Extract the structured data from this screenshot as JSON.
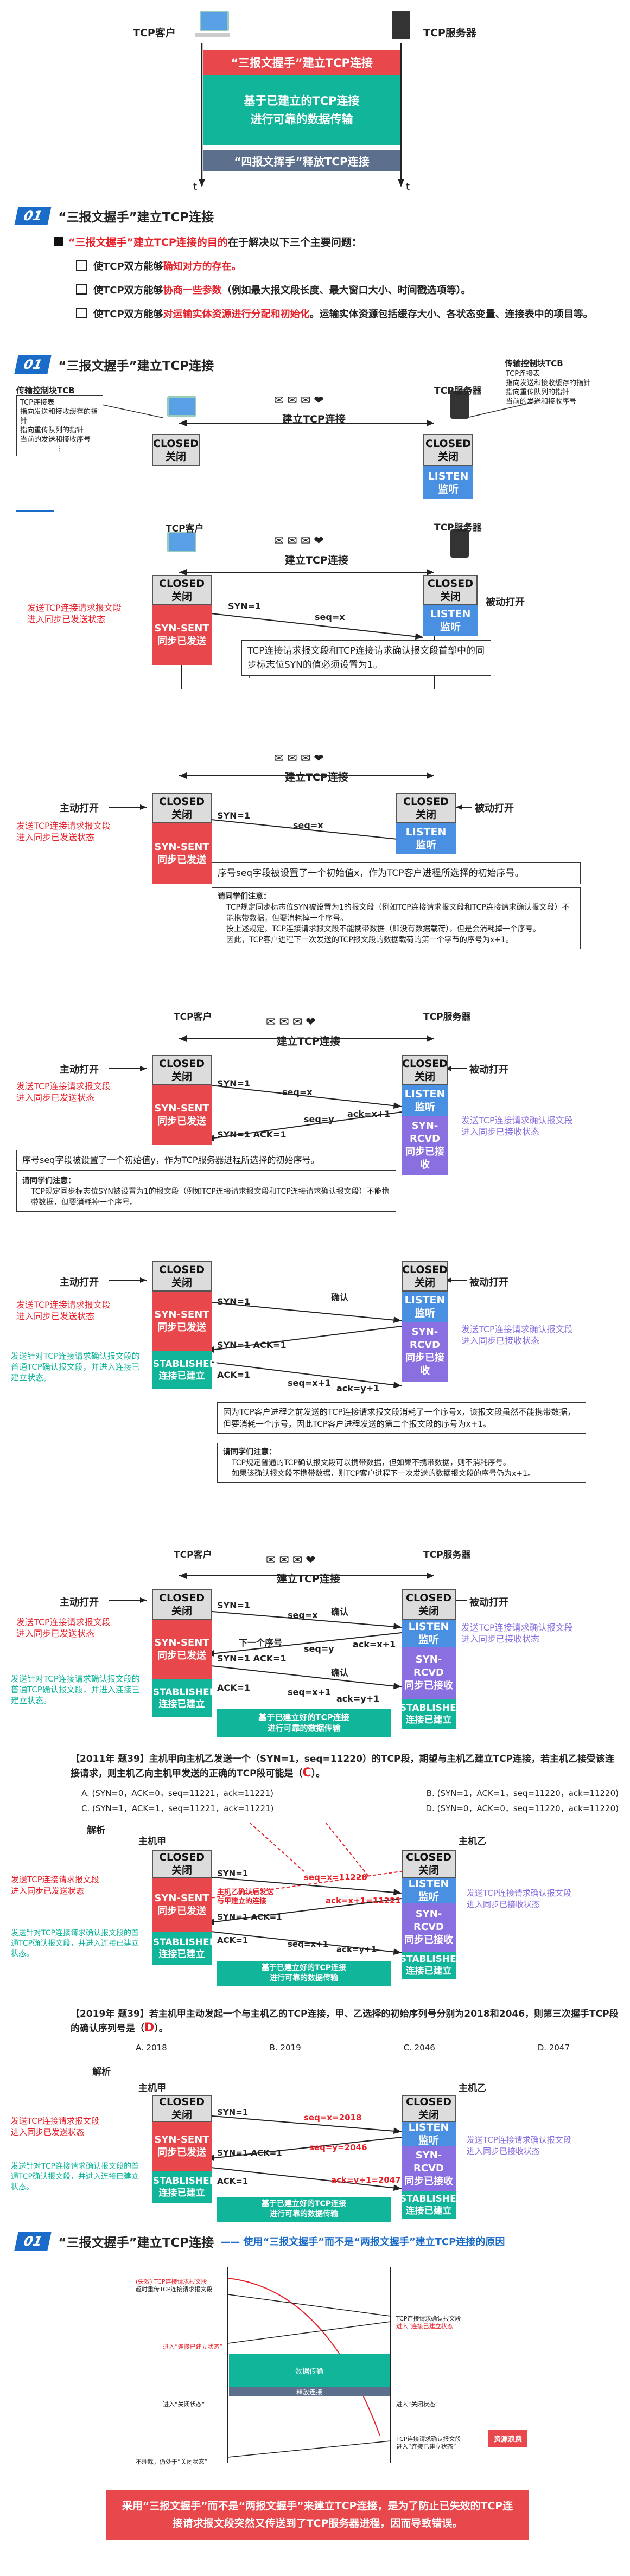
{
  "labels": {
    "client": "TCP客户",
    "server": "TCP服务器",
    "client_host": "主机甲",
    "server_host": "主机乙",
    "closed": "CLOSED",
    "closed_cn": "关闭",
    "listen": "LISTEN",
    "listen_cn": "监听",
    "synsent": "SYN-SENT",
    "synsent_cn": "同步已发送",
    "synrcvd": "SYN-RCVD",
    "synrcvd_cn": "同步已接收",
    "est": "ESTABLISHED",
    "est_cn": "连接已建立",
    "active_open": "主动打开",
    "passive_open": "被动打开",
    "establish": "建立TCP连接",
    "t": "t"
  },
  "overview": {
    "handshake": "“三报文握手”建立TCP连接",
    "transfer_1": "基于已建立的TCP连接",
    "transfer_2": "进行可靠的数据传输",
    "wave": "“四报文挥手”释放TCP连接"
  },
  "section1": {
    "num": "01",
    "title": "“三报文握手”建立TCP连接",
    "intro_a": "“三报文握手”建立TCP连接的目的",
    "intro_b": "在于解决以下三个主要问题：",
    "q1a": "使TCP双方能够",
    "q1b": "确知对方的存在。",
    "q2a": "使TCP双方能够",
    "q2b": "协商一些参数",
    "q2c": "（例如最大报文段长度、最大窗口大小、时间戳选项等）。",
    "q3a": "使TCP双方能够",
    "q3b": "对运输实体资源进行分配和初始化",
    "q3c": "。运输实体资源包括缓存大小、各状态变量、连接表中的项目等。"
  },
  "section2": {
    "num": "01",
    "title": "“三报文握手”建立TCP连接",
    "tcb_client": "传输控制块TCB",
    "tcb_server": "传输控制块TCB",
    "tcb_lines": [
      "TCP连接表",
      "指向发送和接收缓存的指针",
      "指向重传队列的指针",
      "当前的发送和接收序号"
    ],
    "dots": "⋮"
  },
  "steps": {
    "syn": "SYN=1",
    "seqx": "seq=x",
    "ack_syn": "SYN=1 ACK=1",
    "seqy": "seq=y",
    "ackx1": "ack=x+1",
    "ack1": "ACK=1",
    "seqx1": "seq=x+1",
    "acky1": "ack=y+1",
    "confirm": "确认",
    "next_seq": "下一个序号",
    "note_send_syn": "发送TCP连接请求报文段\n进入同步已发送状态",
    "note_recv_syn": "发送TCP连接请求确认报文段\n进入同步已接收状态",
    "note_ack": "发送针对TCP连接请求确认报文段的普通TCP确认报文段，并进入连接已建立状态。",
    "note_ack_short": "发送针对TCP连接请求确认报文段的普通TCP确认报文段，并进入连接已建立状态。",
    "box1": "TCP连接请求报文段和TCP连接请求确认报文段首部中的同步标志位SYN的值必须设置为1。",
    "box2": "序号seq字段被设置了一个初始值x，作为TCP客户进程所选择的初始序号。",
    "remind": "请同学们注意：",
    "remind2_1": "TCP规定同步标志位SYN被设置为1的报文段（例如TCP连接请求报文段和TCP连接请求确认报文段）不能携带数据，但要消耗掉一个序号。",
    "remind2_2": "投上述规定，TCP连接请求报文段不能携带数据（即没有数据载荷），但是会消耗掉一个序号。",
    "remind2_3": "因此，TCP客户进程下一次发送的TCP报文段的数据载荷的第一个字节的序号为x+1。",
    "box3": "序号seq字段被设置了一个初始值y，作为TCP服务器进程所选择的初始序号。",
    "remind3": "TCP规定同步标志位SYN被设置为1的报文段（例如TCP连接请求报文段和TCP连接请求确认报文段）不能携带数据，但要消耗掉一个序号。",
    "box4": "因为TCP客户进程之前发送的TCP连接请求报文段消耗了一个序号x，该报文段虽然不能携带数据，但要消耗一个序号，因此TCP客户进程发送的第二个报文段的序号为x+1。",
    "remind4_1": "TCP规定普通的TCP确认报文段可以携带数据，但如果不携带数据，则不消耗序号。",
    "remind4_2": "如果该确认报文段不携带数据，则TCP客户进程下一次发送的数据报文段的序号仍为x+1。",
    "transfer": "基于已建立好的TCP连接\n进行可靠的数据传输"
  },
  "q2011": {
    "year": "【2011年 题39】",
    "stem": "主机甲向主机乙发送一个（SYN=1，seq=11220）的TCP段，期望与主机乙建立TCP连接，若主机乙接受该连接请求，则主机乙向主机甲发送的正确的TCP段可能是（",
    "answer": "C",
    "stem_end": "）。",
    "optA": "A. (SYN=0，ACK=0，seq=11221，ack=11221)",
    "optB": "B. (SYN=1，ACK=1，seq=11220，ack=11220)",
    "optC": "C. (SYN=1，ACK=1，seq=11221，ack=11221)",
    "optD": "D. (SYN=0，ACK=0，seq=11220，ack=11220)",
    "analysis": "解析",
    "seqv": "seq=x=11220",
    "ackv": "ack=x+1=11221",
    "hint": "主机乙确认后发送\n与甲建立的连接"
  },
  "q2019": {
    "year": "【2019年 题39】",
    "stem": "若主机甲主动发起一个与主机乙的TCP连接，甲、乙选择的初始序列号分别为2018和2046，则第三次握手TCP段的确认序列号是（",
    "answer": "D",
    "stem_end": "）。",
    "optA": "A. 2018",
    "optB": "B. 2019",
    "optC": "C. 2046",
    "optD": "D. 2047",
    "analysis": "解析",
    "seqv": "seq=x=2018",
    "seqy": "seq=y=2046",
    "ack": "ack=y+1=2047"
  },
  "section3": {
    "num": "01",
    "title": "“三报文握手”建立TCP连接",
    "subtitle": "—— 使用“三报文握手”而不是“两报文握手”建立TCP连接的原因",
    "c1": "(失效) TCP连接请求报文段",
    "c2": "超时重传TCP连接请求报文段",
    "c3": "TCP连接请求确认报文段",
    "c4": "进入“连接已建立状态”",
    "c5": "进入“连接已建立状态”",
    "c6": "数据传输",
    "c7": "释放连接",
    "c8": "进入“关闭状态”",
    "c9": "进入“关闭状态”",
    "c10": "不理睬，仍处于“关闭状态”",
    "c11": "TCP连接请求确认报文段\n进入“连接已建立状态”",
    "waste": "资源浪费",
    "conclusion": "采用“三报文握手”而不是“两报文握手”来建立TCP连接，是为了防止已失效的TCP连接请求报文段突然又传送到了TCP服务器进程，因而导致错误。"
  },
  "colors": {
    "accent": "#1b6cc8",
    "red": "#e8222b",
    "blue": "#4a90e2",
    "purple": "#8a6fe0",
    "teal": "#10b59a"
  }
}
